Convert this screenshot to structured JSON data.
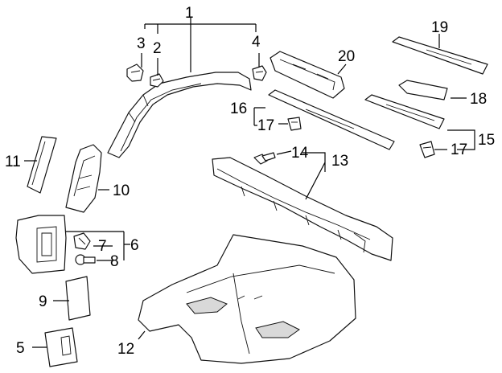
{
  "callouts": [
    "1",
    "2",
    "3",
    "4",
    "5",
    "6",
    "7",
    "8",
    "9",
    "10",
    "11",
    "12",
    "13",
    "14",
    "15",
    "16",
    "17",
    "17",
    "18",
    "19",
    "20"
  ],
  "colors": {
    "line": "#111111",
    "fill": "#ffffff",
    "shade": "#d9d9d9"
  },
  "parts": [
    "a-pillar-trim",
    "clip-2",
    "clip-3",
    "clip-4",
    "quarter-trim-5",
    "trim-panel-6",
    "clip-7",
    "fastener-8",
    "cover-9",
    "trim-10",
    "trim-11",
    "floor-carpet-12",
    "rear-panel-13",
    "bolt-14",
    "scuff-plate-15",
    "scuff-plate-16",
    "clip-17",
    "scuff-plate-18",
    "sill-plate-19",
    "console-20"
  ]
}
